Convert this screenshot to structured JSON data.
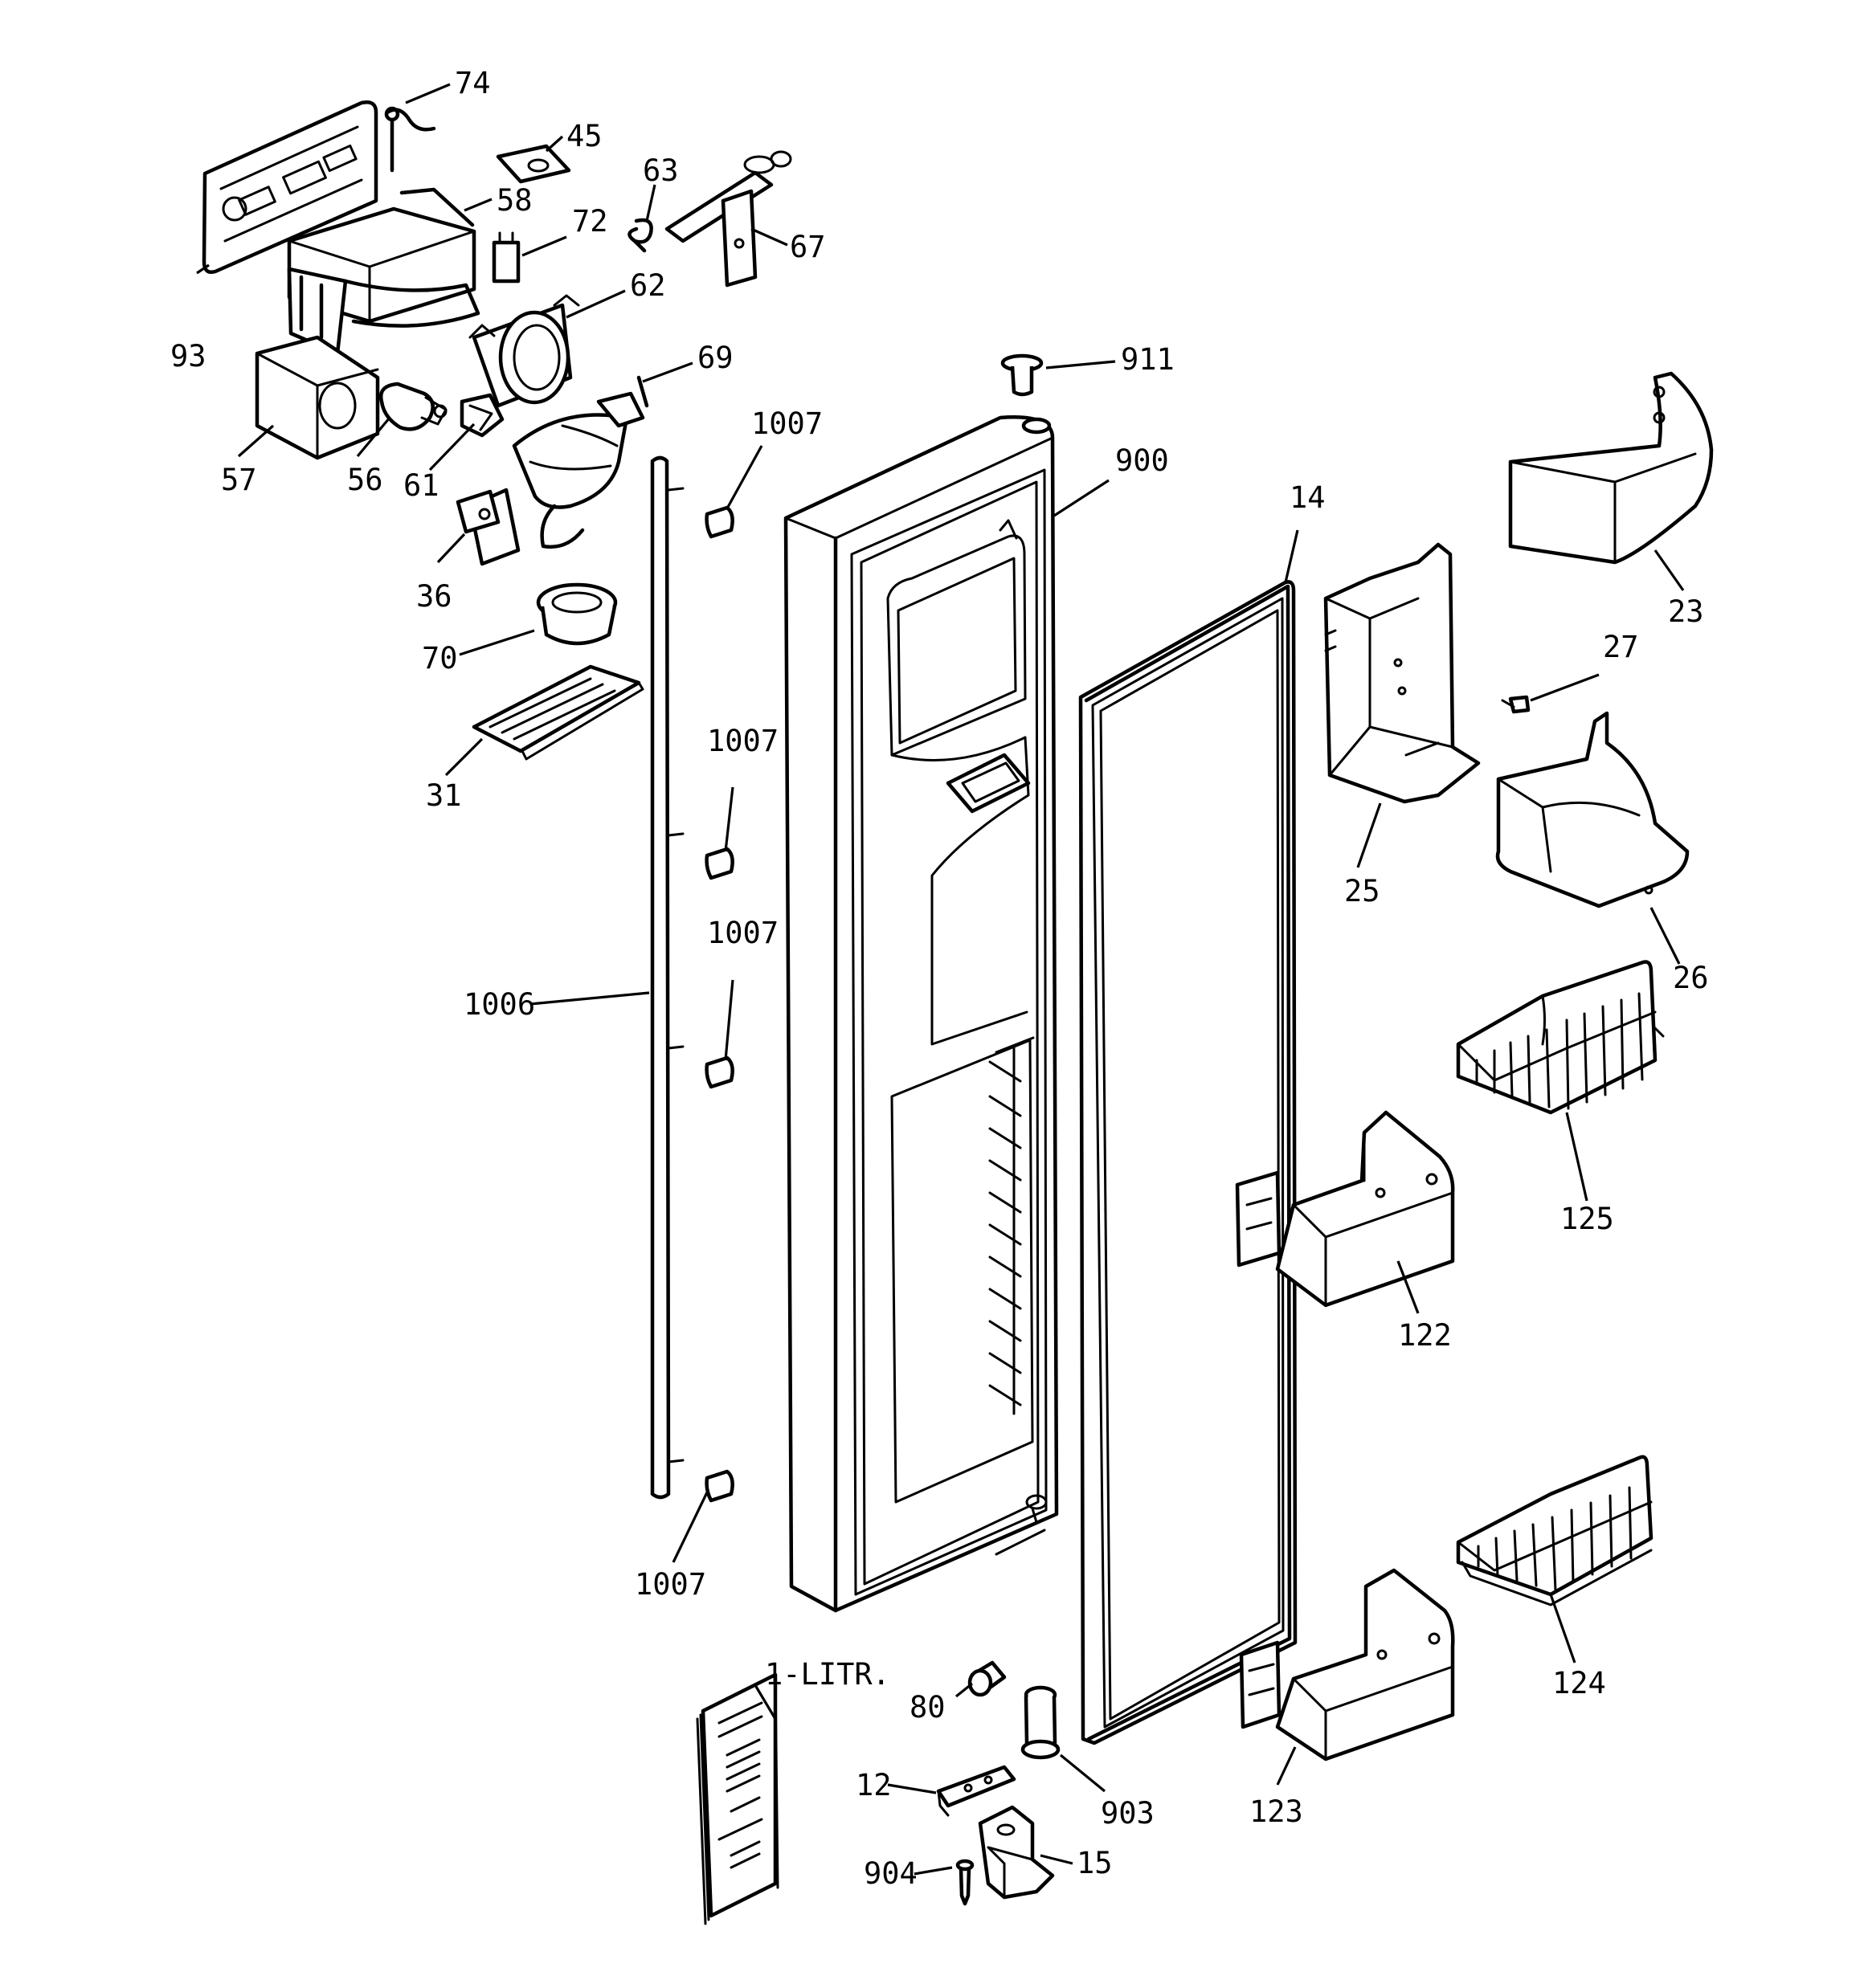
{
  "callouts": {
    "c74": "74",
    "c45": "45",
    "c63": "63",
    "c58": "58",
    "c72": "72",
    "c67": "67",
    "c62": "62",
    "c93": "93",
    "c69": "69",
    "c911": "911",
    "c1007a": "1007",
    "c57": "57",
    "c56": "56",
    "c61": "61",
    "c900": "900",
    "c14": "14",
    "c23": "23",
    "c36": "36",
    "c70": "70",
    "c27": "27",
    "c31": "31",
    "c1007b": "1007",
    "c25": "25",
    "c26": "26",
    "c1007c": "1007",
    "c1006": "1006",
    "c125": "125",
    "c122": "122",
    "c1007d": "1007",
    "c1litr": "1-LITR.",
    "c80": "80",
    "c124": "124",
    "c12": "12",
    "c903": "903",
    "c123": "123",
    "c904": "904",
    "c15": "15"
  }
}
